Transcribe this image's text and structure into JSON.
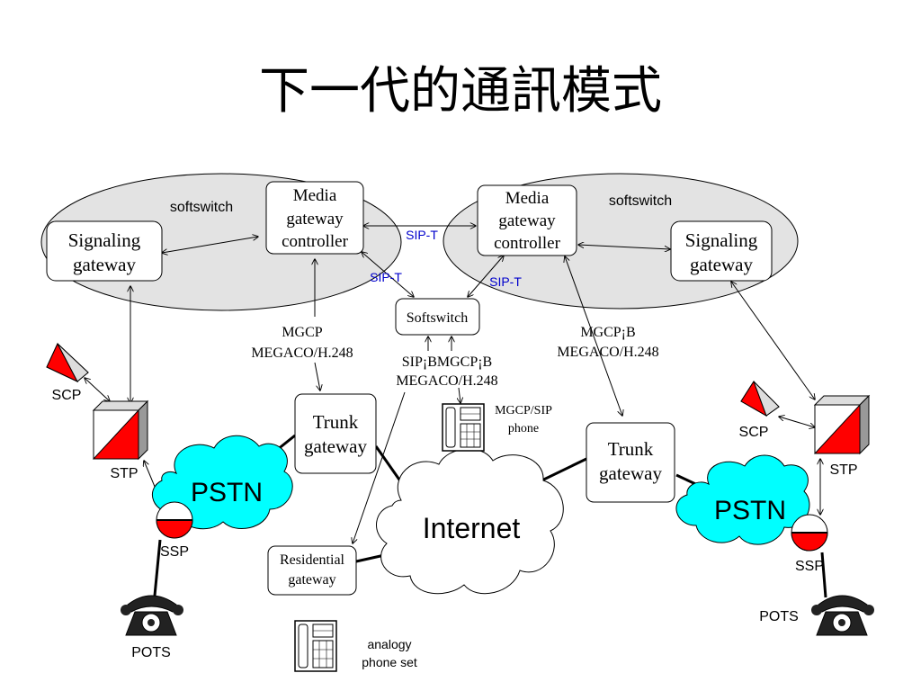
{
  "title": "下一代的通訊模式",
  "softswitch_left": "softswitch",
  "softswitch_right": "softswitch",
  "left_signaling_gateway": [
    "Signaling",
    "gateway"
  ],
  "left_mgc": [
    "Media",
    "gateway",
    "controller"
  ],
  "right_mgc": [
    "Media",
    "gateway",
    "controller"
  ],
  "right_signaling_gateway": [
    "Signaling",
    "gateway"
  ],
  "softswitch_box": "Softswitch",
  "sip_t_labels": [
    "SIP-T",
    "SIP-T",
    "SIP-T"
  ],
  "left_protocol": [
    "MGCP",
    "MEGACO/H.248"
  ],
  "center_protocol": [
    "SIP¡BMGCP¡B",
    "MEGACO/H.248"
  ],
  "right_protocol": [
    "MGCP¡B",
    "MEGACO/H.248"
  ],
  "mgcp_sip_phone": [
    "MGCP/SIP",
    "phone"
  ],
  "left_trunk_gateway": [
    "Trunk",
    "gateway"
  ],
  "right_trunk_gateway": [
    "Trunk",
    "gateway"
  ],
  "residential_gateway": [
    "Residential",
    "gateway"
  ],
  "analogy_phone": [
    "analogy",
    "phone set"
  ],
  "internet": "Internet",
  "pstn_left": "PSTN",
  "pstn_right": "PSTN",
  "scp_left": "SCP",
  "stp_left": "STP",
  "ssp_left": "SSP",
  "pots_left": "POTS",
  "scp_right": "SCP",
  "stp_right": "STP",
  "ssp_right": "SSP",
  "pots_right": "POTS",
  "colors": {
    "softswitch_fill": "#e3e3e3",
    "pstn_fill": "#00ffff",
    "red": "#ff0000",
    "sip_label": "#0000cc"
  }
}
